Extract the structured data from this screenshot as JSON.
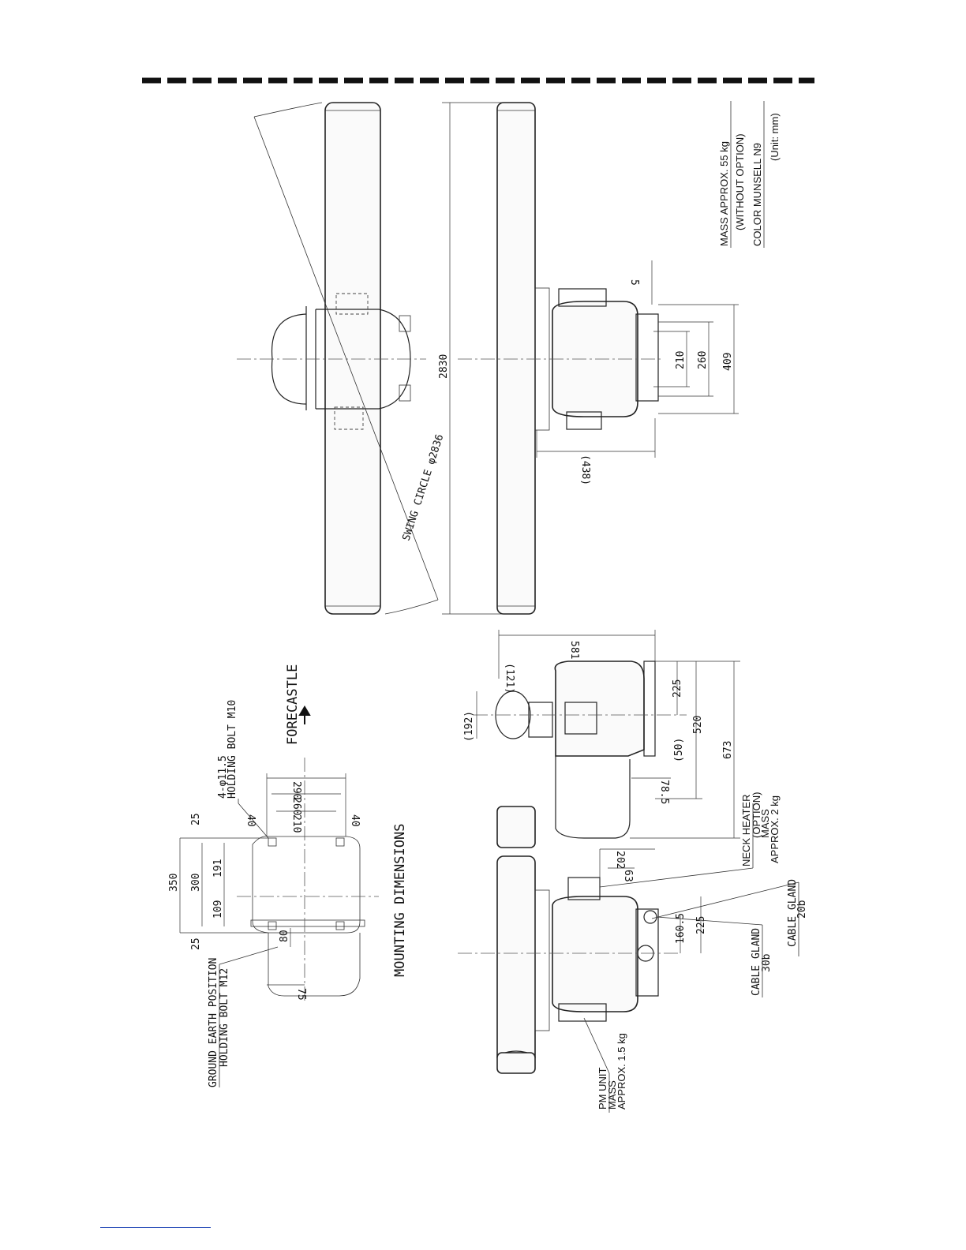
{
  "mounting": {
    "title": "MOUNTING DIMENSIONS",
    "forecastle": "FORECASTLE",
    "holding_bolt_m10_a": "4-φ11.5",
    "holding_bolt_m10_b": "HOLDING BOLT M10",
    "ground_earth_a": "GROUND EARTH POSITION",
    "ground_earth_b": "HOLDING BOLT M12",
    "dims": {
      "d350": "350",
      "d300": "300",
      "d25a": "25",
      "d25b": "25",
      "d191": "191",
      "d109": "109",
      "d80": "80",
      "d75": "75",
      "d40a": "40",
      "d40b": "40",
      "d210": "210",
      "d260": "260",
      "d290": "290"
    }
  },
  "top_view": {
    "swing_circle": "SWING CIRCLE φ2836",
    "length": "2830"
  },
  "front_view": {
    "d5": "5",
    "d210": "210",
    "d260": "260",
    "d409": "409",
    "d438": "(438)"
  },
  "side_view": {
    "d581": "581",
    "d121": "(121)",
    "d192": "(192)",
    "d225": "225",
    "d50": "(50)",
    "d520": "520",
    "d673": "673",
    "d78": "78.5"
  },
  "lower_view": {
    "d202": "202",
    "d63": "63",
    "d160": "160.5",
    "d225": "225"
  },
  "labels": {
    "neck_heater": "NECK HEATER",
    "option": "(OPTION)",
    "mass": "MASS",
    "approx_2": "APPROX. 2 kg",
    "cable_gland_20b_a": "CABLE GLAND",
    "cable_gland_20b_b": "20b",
    "cable_gland_30b_a": "CABLE GLAND",
    "cable_gland_30b_b": "30b",
    "pm_unit": "PM UNIT",
    "pm_mass": "MASS",
    "pm_approx": "APPROX. 1.5 kg"
  },
  "notes": {
    "mass": "MASS   APPROX.   55  kg",
    "without_option": "(WITHOUT OPTION)",
    "color": "COLOR   MUNSELL   N9",
    "unit": "(Unit: mm)"
  },
  "colors": {
    "line": "#222222",
    "link": "#3355bb"
  }
}
